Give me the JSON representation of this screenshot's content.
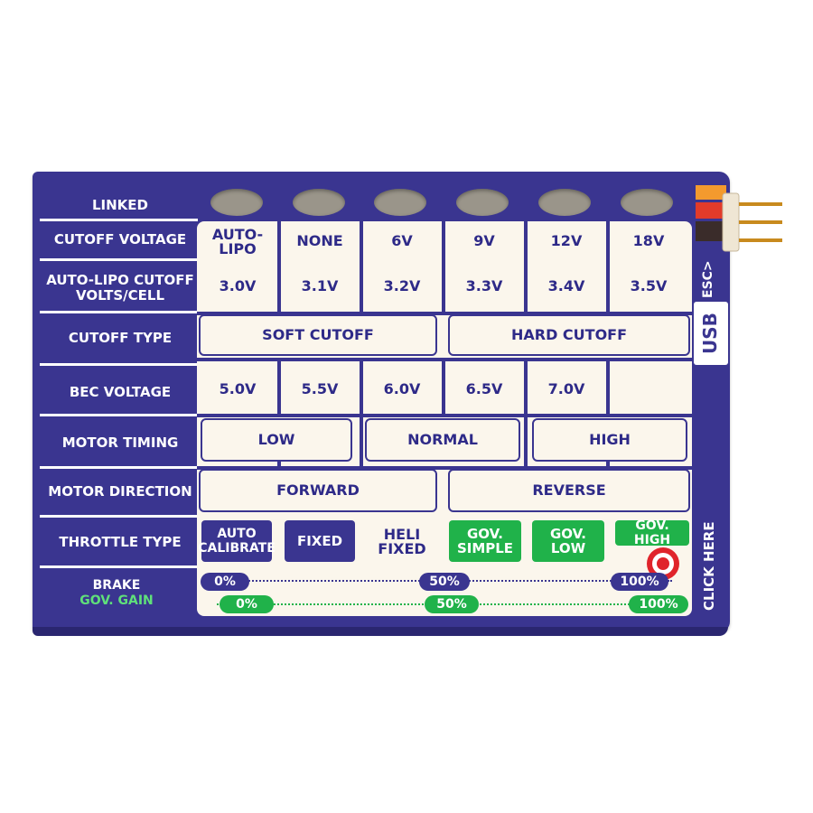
{
  "labels": {
    "linked": "LINKED",
    "cutoff_voltage": "CUTOFF VOLTAGE",
    "auto_lipo_cutoff_1": "AUTO-LIPO CUTOFF",
    "auto_lipo_cutoff_2": "VOLTS/CELL",
    "cutoff_type": "CUTOFF TYPE",
    "bec_voltage": "BEC VOLTAGE",
    "motor_timing": "MOTOR TIMING",
    "motor_direction": "MOTOR DIRECTION",
    "throttle_type": "THROTTLE TYPE",
    "brake": "BRAKE",
    "gov_gain": "GOV. GAIN"
  },
  "cutoff_voltage": [
    "AUTO-\nLIPO",
    "NONE",
    "6V",
    "9V",
    "12V",
    "18V"
  ],
  "auto_lipo_volts": [
    "3.0V",
    "3.1V",
    "3.2V",
    "3.3V",
    "3.4V",
    "3.5V"
  ],
  "cutoff_type": [
    "SOFT CUTOFF",
    "HARD CUTOFF"
  ],
  "bec_voltage": [
    "5.0V",
    "5.5V",
    "6.0V",
    "6.5V",
    "7.0V"
  ],
  "motor_timing": [
    "LOW",
    "NORMAL",
    "HIGH"
  ],
  "motor_direction": [
    "FORWARD",
    "REVERSE"
  ],
  "throttle_type": {
    "auto_calibrate": "AUTO\nCALIBRATE",
    "fixed": "FIXED",
    "heli_fixed": "HELI\nFIXED",
    "gov_simple": "GOV.\nSIMPLE",
    "gov_low": "GOV.\nLOW",
    "gov_high": "GOV. HIGH"
  },
  "brake_scale": [
    "0%",
    "50%",
    "100%"
  ],
  "gov_gain_scale": [
    "0%",
    "50%",
    "100%"
  ],
  "sidebar": {
    "esc": "ESC>",
    "usb": "USB",
    "click_here": "CLICK HERE"
  },
  "colors": {
    "card": "#3a3590",
    "panel": "#fbf6ec",
    "green": "#20b24a",
    "target": "#e0242b",
    "led": "#9a958a"
  },
  "icons": [
    "target-icon",
    "connector-pins-icon"
  ]
}
